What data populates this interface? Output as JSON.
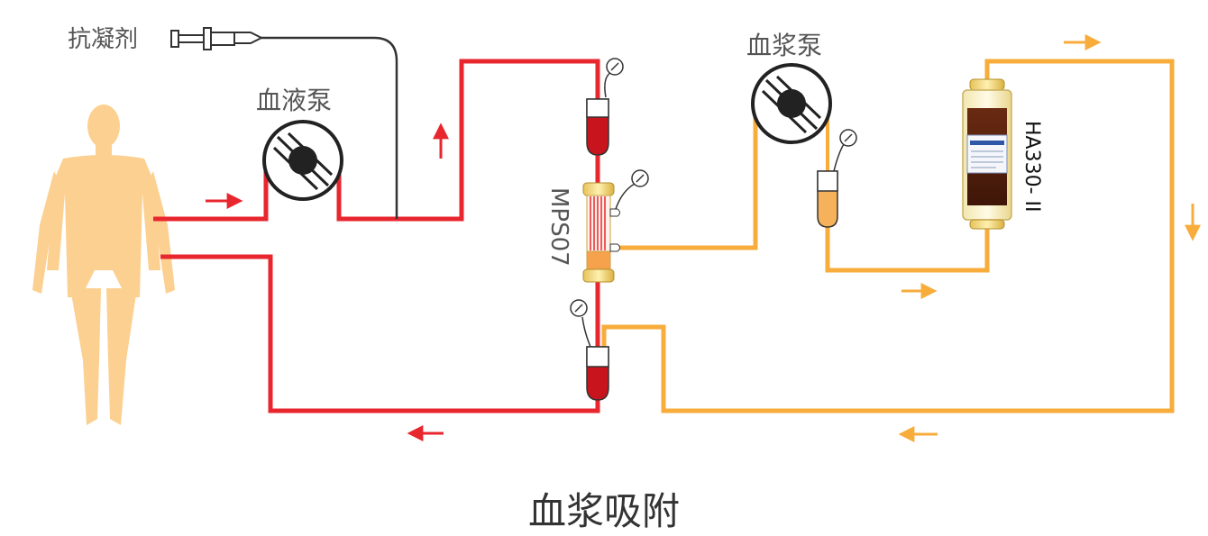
{
  "labels": {
    "anticoagulant": "抗凝剂",
    "blood_pump": "血液泵",
    "plasma_pump": "血浆泵",
    "plasma_separator": "MPS07",
    "adsorber": "HA330- II",
    "caption": "血浆吸附"
  },
  "colors": {
    "blood_line": "#e8262e",
    "plasma_line": "#f7ac3c",
    "anticoagulant_line": "#333333",
    "body": "#fcd090",
    "blood_chamber": "#c8141c",
    "plasma_chamber": "#f6b25a"
  },
  "icons": {
    "anticoagulant": "syringe-icon",
    "blood_pump": "roller-pump-icon",
    "plasma_pump": "roller-pump-icon",
    "pressure": "pressure-gauge-icon",
    "patient": "human-body-icon"
  }
}
